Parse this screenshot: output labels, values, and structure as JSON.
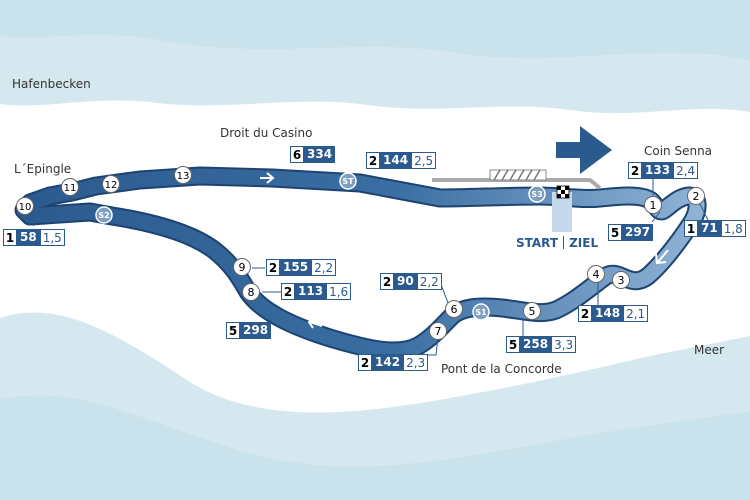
{
  "labels": {
    "harbour": "Hafenbecken",
    "sea": "Meer",
    "casino": "Droit du Casino",
    "epingle": "L´Epingle",
    "senna": "Coin Senna",
    "concorde": "Pont de la Concorde"
  },
  "start_finish": {
    "start": "START",
    "finish": "ZIEL"
  },
  "corners": [
    "1",
    "2",
    "3",
    "4",
    "5",
    "6",
    "7",
    "8",
    "9",
    "10",
    "11",
    "12",
    "13"
  ],
  "sectors": [
    "S1",
    "S2",
    "S3",
    "ST"
  ],
  "speed_boxes": [
    {
      "id": "casino",
      "gear": "6",
      "speed": "334",
      "g": ""
    },
    {
      "id": "pre-senna",
      "gear": "2",
      "speed": "144",
      "g": "2,5"
    },
    {
      "id": "senna",
      "gear": "2",
      "speed": "133",
      "g": "2,4"
    },
    {
      "id": "c1-exit",
      "gear": "5",
      "speed": "297",
      "g": ""
    },
    {
      "id": "c2",
      "gear": "1",
      "speed": "71",
      "g": "1,8"
    },
    {
      "id": "epingle",
      "gear": "1",
      "speed": "58",
      "g": "1,5"
    },
    {
      "id": "c9",
      "gear": "2",
      "speed": "155",
      "g": "2,2"
    },
    {
      "id": "c8",
      "gear": "2",
      "speed": "113",
      "g": "1,6"
    },
    {
      "id": "back",
      "gear": "5",
      "speed": "298",
      "g": ""
    },
    {
      "id": "c6",
      "gear": "2",
      "speed": "90",
      "g": "2,2"
    },
    {
      "id": "c7",
      "gear": "2",
      "speed": "142",
      "g": "2,3"
    },
    {
      "id": "c4",
      "gear": "2",
      "speed": "148",
      "g": "2,1"
    },
    {
      "id": "c5",
      "gear": "5",
      "speed": "258",
      "g": "3,3"
    }
  ],
  "colors": {
    "track_dark": "#2b5a8e",
    "track_light": "#7fa6cc",
    "water": "#d5e8ef",
    "label": "#2b5a8e"
  },
  "icons": {
    "direction_arrow": "arrow-right-icon",
    "finish_flag": "checkered-flag-icon"
  }
}
